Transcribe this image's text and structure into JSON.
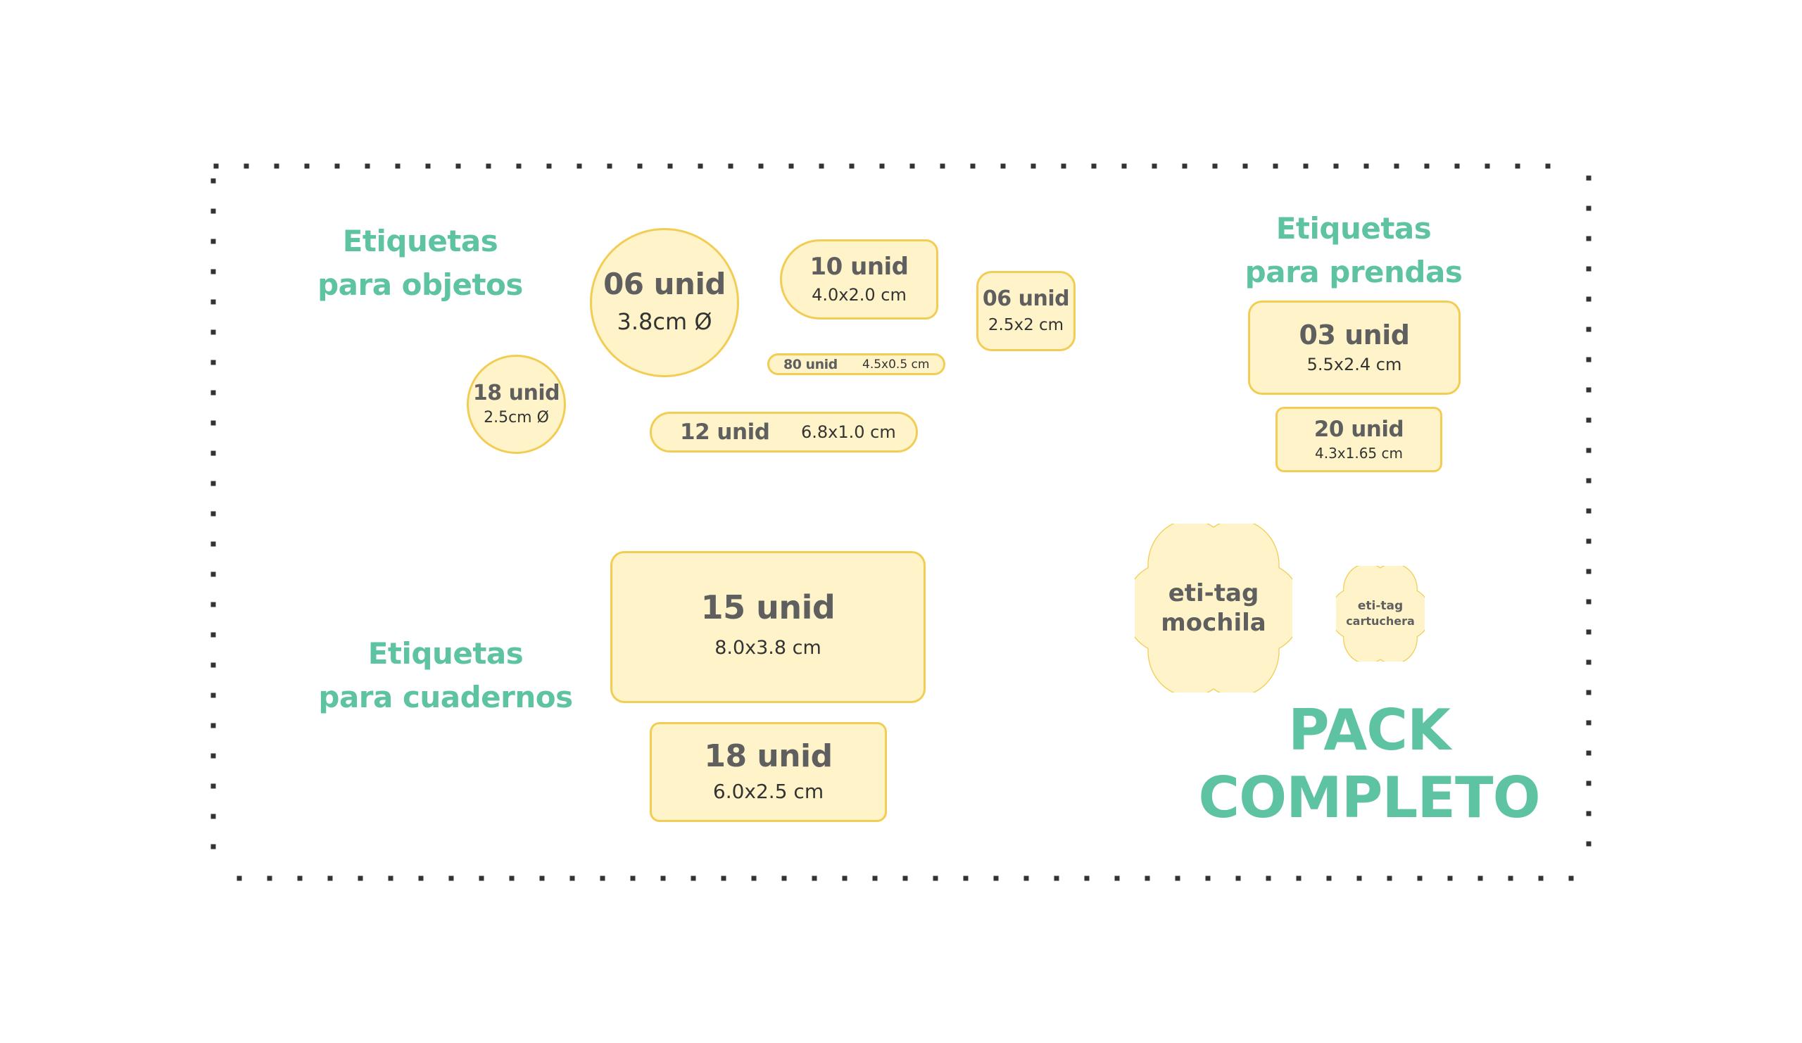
{
  "colors": {
    "accent_green": "#5EC3A2",
    "label_fill": "#FFF4C9",
    "label_stroke": "#F2CD55",
    "qty_text": "#5F5F5F",
    "size_text": "#333333",
    "border_dots": "#333333"
  },
  "sections": {
    "objetos": {
      "line1": "Etiquetas",
      "line2": "para objetos"
    },
    "prendas": {
      "line1": "Etiquetas",
      "line2": "para prendas"
    },
    "cuadernos": {
      "line1": "Etiquetas",
      "line2": "para cuadernos"
    }
  },
  "labels": {
    "circle_large": {
      "qty": "06 unid",
      "size": "3.8cm Ø"
    },
    "circle_small": {
      "qty": "18 unid",
      "size": "2.5cm Ø"
    },
    "half_round": {
      "qty": "10 unid",
      "size": "4.0x2.0 cm"
    },
    "square_small": {
      "qty": "06 unid",
      "size": "2.5x2 cm"
    },
    "pill_thin": {
      "qty": "80 unid",
      "size": "4.5x0.5 cm"
    },
    "pill_medium": {
      "qty": "12 unid",
      "size": "6.8x1.0 cm"
    },
    "prendas_large": {
      "qty": "03 unid",
      "size": "5.5x2.4 cm"
    },
    "prendas_small": {
      "qty": "20 unid",
      "size": "4.3x1.65 cm"
    },
    "cuaderno_large": {
      "qty": "15 unid",
      "size": "8.0x3.8 cm"
    },
    "cuaderno_small": {
      "qty": "18 unid",
      "size": "6.0x2.5 cm"
    }
  },
  "flowers": {
    "mochila": {
      "line1": "eti-tag",
      "line2": "mochila"
    },
    "cartuchera": {
      "line1": "eti-tag",
      "line2": "cartuchera"
    }
  },
  "pack": {
    "line1": "PACK",
    "line2": "COMPLETO"
  }
}
